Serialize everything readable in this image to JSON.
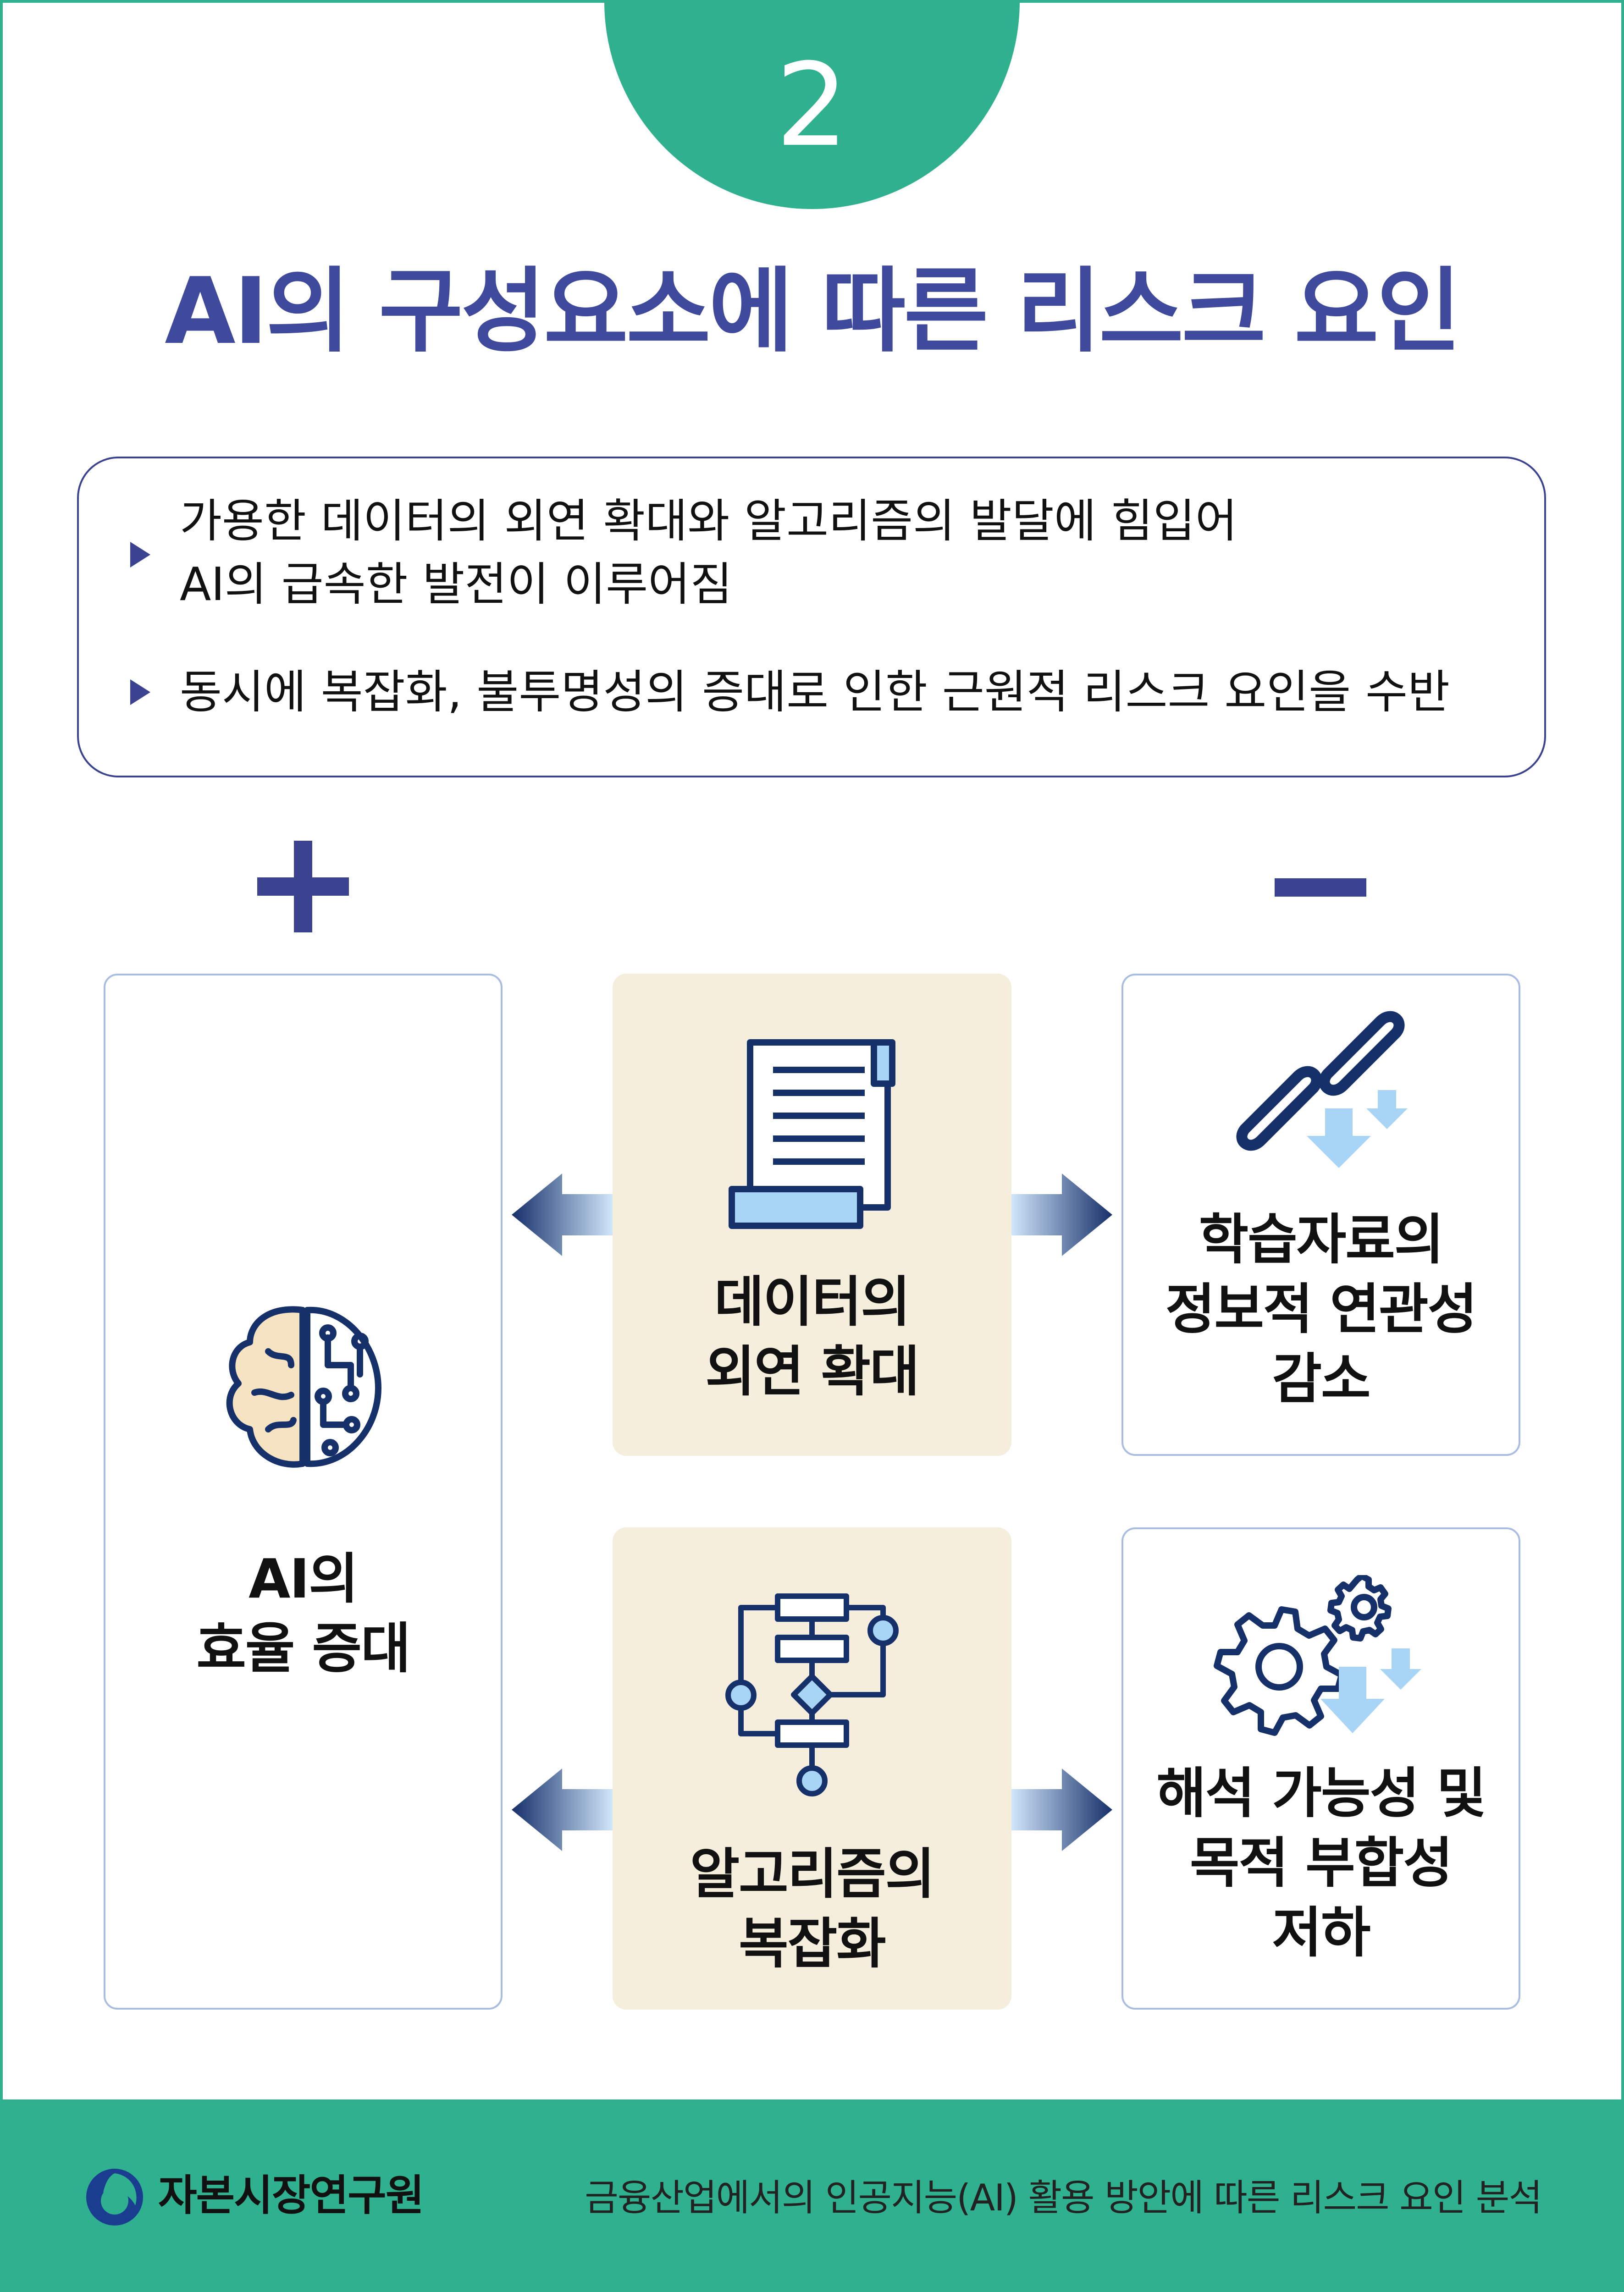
{
  "header": {
    "number": "2",
    "title": "AI의 구성요소에 따른 리스크 요인"
  },
  "summary": {
    "items": [
      "가용한 데이터의 외연 확대와 알고리즘의 발달에 힘입어\nAI의 급속한 발전이 이루어짐",
      "동시에 복잡화, 불투명성의 증대로 인한 근원적 리스크 요인을 수반"
    ]
  },
  "diagram": {
    "positive": {
      "label": "AI의\n효율 증대",
      "icon": "brain-circuit-icon"
    },
    "causes": [
      {
        "label": "데이터의\n외연 확대",
        "icon": "document-scroll-icon"
      },
      {
        "label": "알고리즘의\n복잡화",
        "icon": "flowchart-icon"
      }
    ],
    "negatives": [
      {
        "label": "학습자료의\n정보적 연관성\n감소",
        "icon": "chain-link-down-icon"
      },
      {
        "label": "해석 가능성 및\n목적 부합성\n저하",
        "icon": "gears-down-icon"
      }
    ],
    "signs": {
      "plus": "plus-icon",
      "minus": "minus-icon"
    }
  },
  "footer": {
    "org": "자본시장연구원",
    "report_title": "금융산업에서의 인공지능(AI) 활용 방안에 따른 리스크 요인 분석"
  },
  "colors": {
    "accent_green": "#2fb08e",
    "navy": "#3b4390",
    "title_blue": "#3f4a9c",
    "cause_fill": "#f6eedc",
    "card_border": "#a9bde0",
    "light_blue": "#a8d4f5"
  }
}
